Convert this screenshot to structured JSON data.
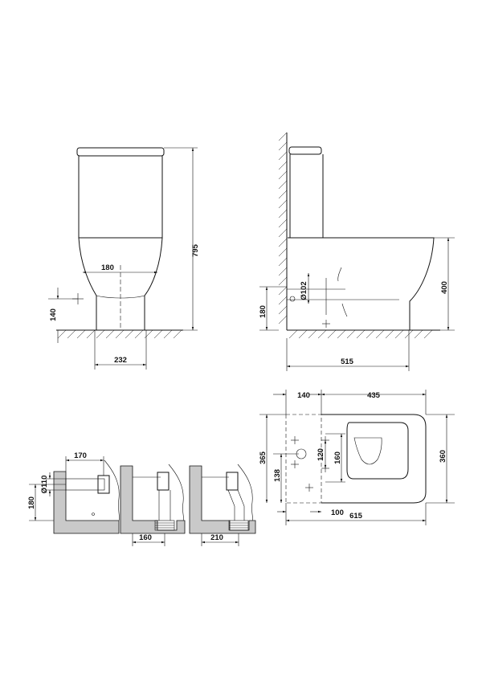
{
  "front_view": {
    "height": "795",
    "width_top": "180",
    "width_base": "232",
    "waste_height": "140"
  },
  "side_view": {
    "pipe_diameter": "Ø102",
    "waste_height": "180",
    "seat_height": "400",
    "projection": "515"
  },
  "top_view": {
    "tank_depth": "140",
    "bowl_length": "435",
    "total_length": "615",
    "width": "360",
    "offset_365": "365",
    "offset_120": "120",
    "offset_160": "160",
    "offset_138": "138",
    "offset_100": "100"
  },
  "install_views": {
    "horizontal_dim": "170",
    "pipe_diameter": "Ø110",
    "pipe_height": "180",
    "s_trap_dim": "160",
    "angled_trap_dim": "210"
  }
}
